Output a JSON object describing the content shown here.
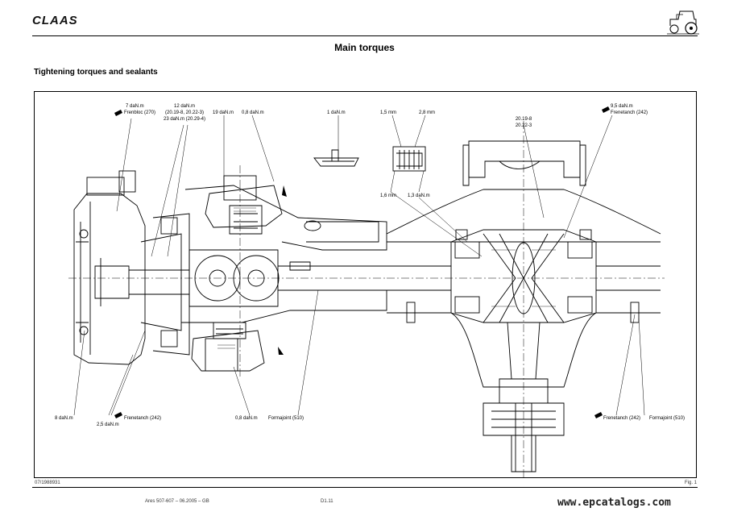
{
  "header": {
    "brand": "CLAAS",
    "title": "Main torques",
    "subtitle": "Tightening torques and sealants"
  },
  "labels": {
    "l1a": "7 daN.m",
    "l1b": "Frenbloc (270)",
    "l2a": "12 daN.m",
    "l2b": "(20.19-8, 20.22-3)",
    "l2c": "23 daN.m (20.29-4)",
    "l3": "19 daN.m",
    "l4": "0,8 daN.m",
    "l5": "1 daN.m",
    "l6": "1,5 mm",
    "l7": "2,8 mm",
    "l8": "1,6 mm",
    "l9": "1,3 daN.m",
    "l10a": "20.19-8",
    "l10b": "20.22-3",
    "l11a": "9,5 daN.m",
    "l11b": "Frenetanch (242)",
    "b1": "8 daN.m",
    "b2a": "Frenetanch (242)",
    "b2b": "2,5 daN.m",
    "b3": "0,8 daN.m",
    "b4": "Formajoint (510)",
    "b5": "Frenetanch (242)",
    "b6": "Formajoint (510)"
  },
  "footer": {
    "left_code": "Ares 507-607 – 06.2005 – GB",
    "page": "D1.11",
    "left_small": "07/1988931",
    "right_small": "Fig. 1",
    "watermark": "www.epcatalogs.com"
  },
  "colors": {
    "ink": "#000000",
    "paper": "#ffffff",
    "shade": "#555555"
  }
}
